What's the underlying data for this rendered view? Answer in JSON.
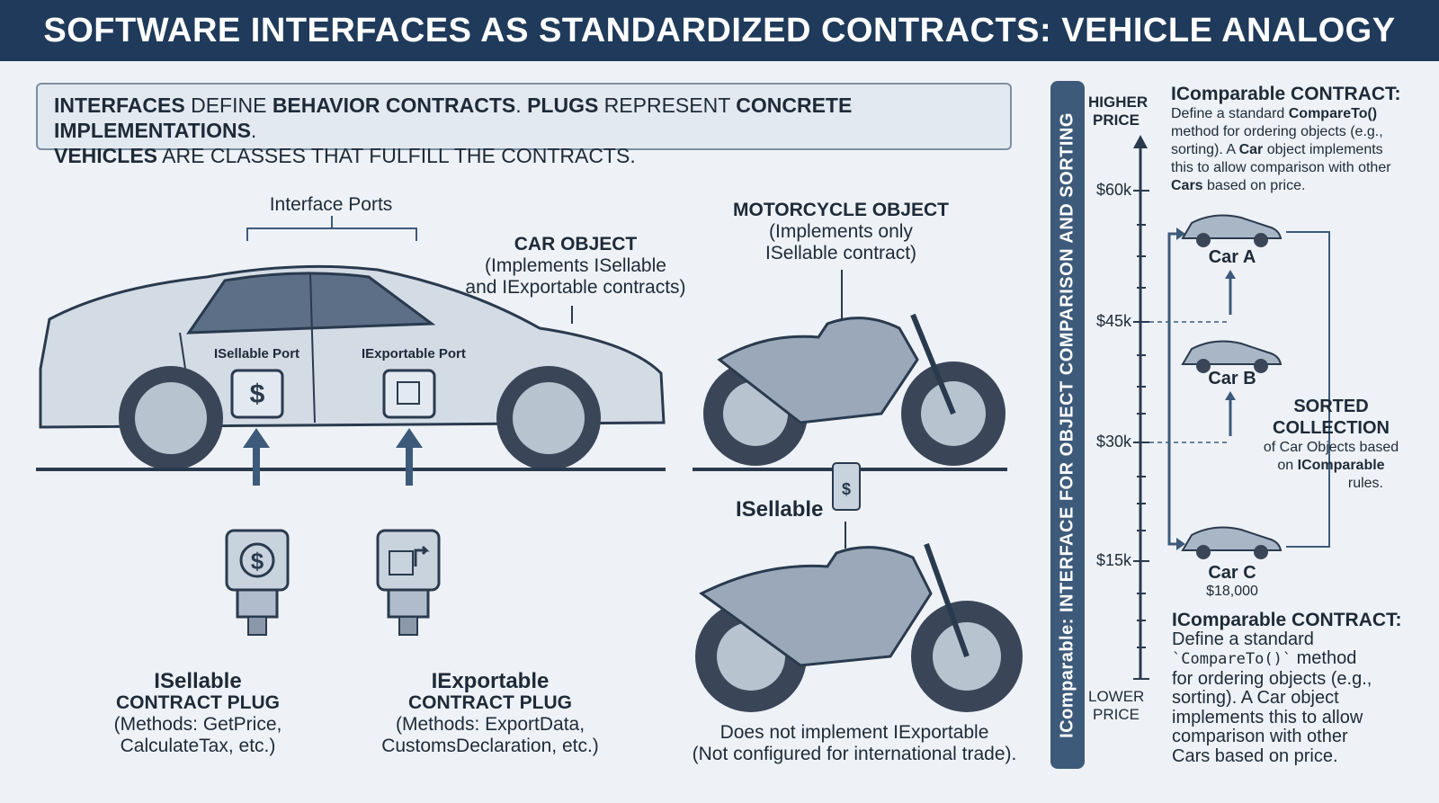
{
  "title": "SOFTWARE INTERFACES AS STANDARDIZED CONTRACTS: VEHICLE ANALOGY",
  "callout": {
    "w1": "Interfaces",
    "t1": " define ",
    "w2": "behavior contracts",
    "t2": ". ",
    "w3": "Plugs",
    "t3": " represent ",
    "w4": "concrete implementations",
    "t4": ".",
    "w5": "Vehicles",
    "t5": " are classes that fulfill the contracts."
  },
  "car": {
    "ports_label": "Interface Ports",
    "title": "CAR OBJECT",
    "desc1": "(Implements ISellable",
    "desc2": "and IExportable contracts)",
    "port1": "ISellable Port",
    "port2": "IExportable Port"
  },
  "plugs": [
    {
      "name": "ISellable",
      "sub": "CONTRACT PLUG",
      "m1": "(Methods: GetPrice,",
      "m2": "CalculateTax, etc.)",
      "icon": "dollar-icon"
    },
    {
      "name": "IExportable",
      "sub": "CONTRACT PLUG",
      "m1": "(Methods: ExportData,",
      "m2": "CustomsDeclaration, etc.)",
      "icon": "export-box-icon"
    }
  ],
  "moto": {
    "title": "MOTORCYCLE OBJECT",
    "desc1": "(Implements only",
    "desc2": "ISellable contract)",
    "plug_label": "ISellable",
    "note1": "Does not implement IExportable",
    "note2": "(Not configured for international trade)."
  },
  "sidebar": {
    "banner": "IComparable: INTERFACE FOR OBJECT COMPARISON AND SORTING",
    "higher": [
      "HIGHER",
      "PRICE"
    ],
    "lower": [
      "LOWER",
      "PRICE"
    ],
    "ticks": [
      "$60k",
      "$45k",
      "$30k",
      "$15k"
    ],
    "top_heading": "IComparable CONTRACT:",
    "cars": [
      {
        "name": "Car A"
      },
      {
        "name": "Car B"
      },
      {
        "name": "Car C",
        "price": "$18,000"
      }
    ],
    "sorted": [
      "SORTED",
      "COLLECTION"
    ],
    "sorted_desc1": "of Car Objects based",
    "sorted_desc2a": "on ",
    "sorted_desc2b": "IComparable",
    "sorted_desc3": "rules.",
    "bottom_heading": "IComparable CONTRACT:",
    "bottom_t1": "Define a standard",
    "bottom_code": "`CompareTo()`",
    "bottom_t2": " method",
    "bottom_t3": "for ordering objects (e.g.,",
    "bottom_t4": "sorting). A Car object",
    "bottom_t5": "implements this to allow",
    "bottom_t6": "comparison with other",
    "bottom_t7": "Cars based on price."
  },
  "colors": {
    "navy": "#1f3a5a",
    "steel": "#3d5a7a",
    "bg": "#eef2f6"
  }
}
